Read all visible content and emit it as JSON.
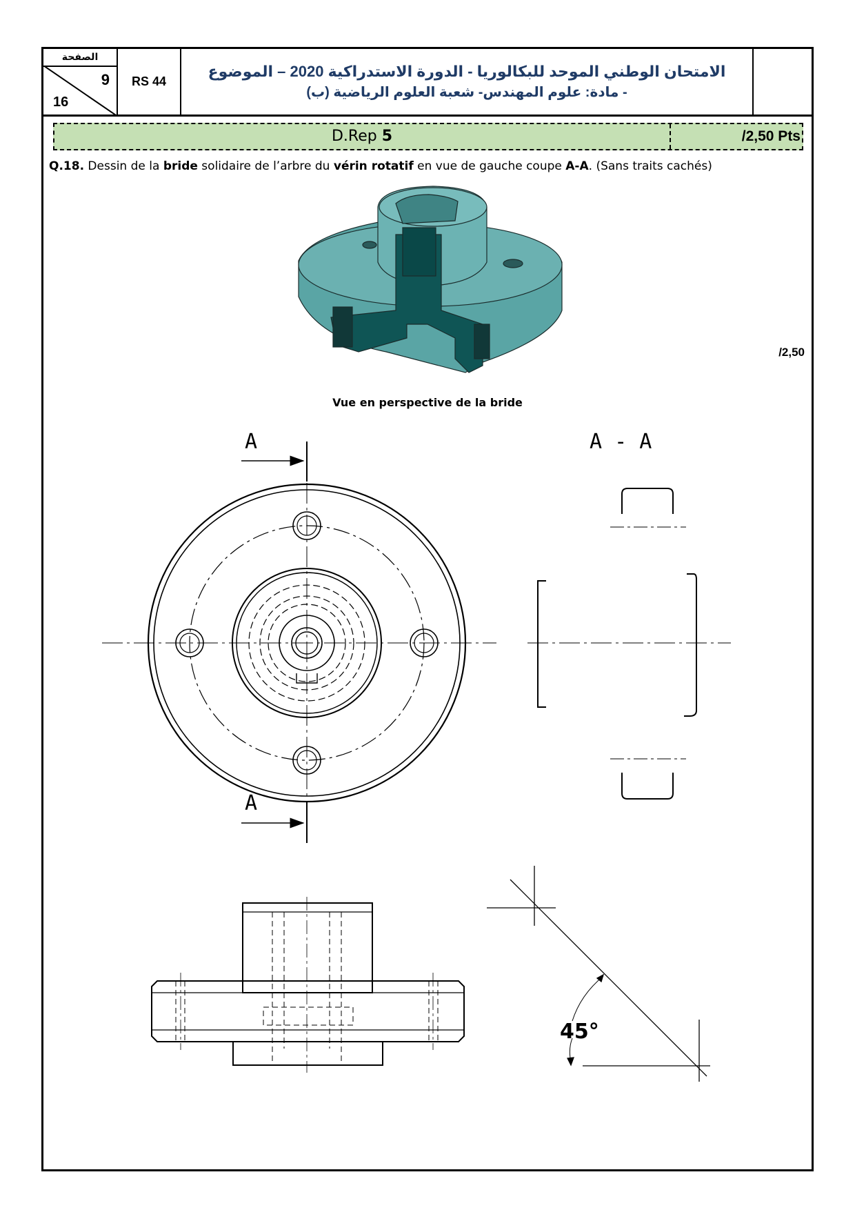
{
  "header": {
    "page_label": "الصفحة",
    "page_number": "9",
    "page_total": "16",
    "code": "RS 44",
    "title_line1": "الامتحان الوطني الموحد للبكالوريا - الدورة الاستدراكية 2020 – الموضوع",
    "title_line2": "- مادة: علوم المهندس- شعبة العلوم الرياضية (ب)"
  },
  "section": {
    "title_prefix": "D.Rep ",
    "title_number": "5",
    "points": "/2,50 Pts"
  },
  "question": {
    "number": "Q.18.",
    "t1": " Dessin de la ",
    "b1": "bride",
    "t2": " solidaire de l’arbre du ",
    "b2": "vérin rotatif",
    "t3": " en vue de gauche coupe ",
    "b3": "A-A",
    "t4": ". (Sans traits cachés)"
  },
  "side_score": "/2,50",
  "perspective_caption": "Vue en perspective de la bride",
  "drawing": {
    "section_label_top": "A",
    "section_label_bottom": "A",
    "section_view_title": "A - A",
    "angle_label": "45°"
  }
}
